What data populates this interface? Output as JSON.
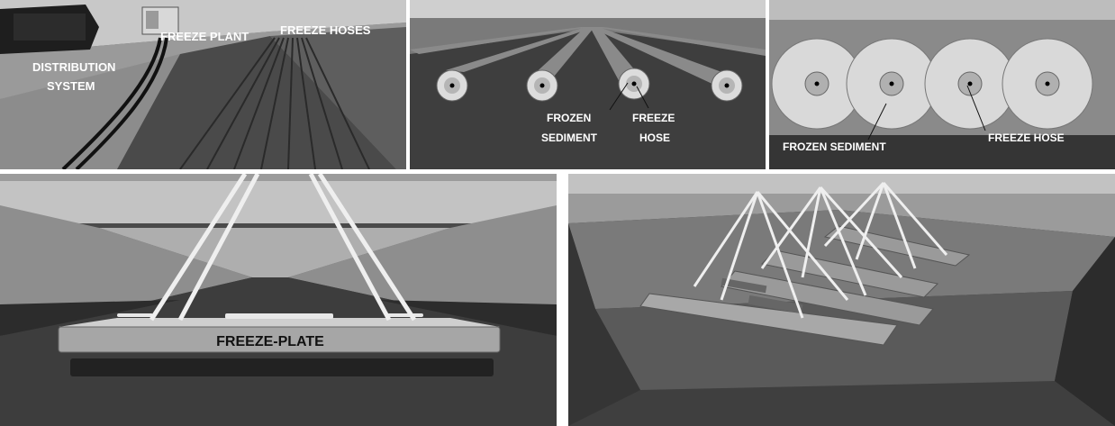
{
  "colors": {
    "sky": "#bdbdbd",
    "ground_dark": "#3b3b3b",
    "ground_mid": "#6d6d6d",
    "label": "#ffffff",
    "plate": "#a6a6a6"
  },
  "panel_overview": {
    "distribution_label_line1": "DISTRIBUTION",
    "distribution_label_line2": "SYSTEM",
    "freeze_plant_label": "FREEZE PLANT",
    "freeze_hoses_label": "FREEZE HOSES"
  },
  "panel_hoses_closeup": {
    "frozen_sediment_line1": "FROZEN",
    "frozen_sediment_line2": "SEDIMENT",
    "freeze_hose_line1": "FREEZE",
    "freeze_hose_line2": "HOSE"
  },
  "panel_frozen_columns": {
    "frozen_sediment_label": "FROZEN SEDIMENT",
    "freeze_hose_label": "FREEZE HOSE"
  },
  "panel_freeze_plate": {
    "plate_label": "FREEZE-PLATE"
  },
  "panel_multiple_plates": {}
}
